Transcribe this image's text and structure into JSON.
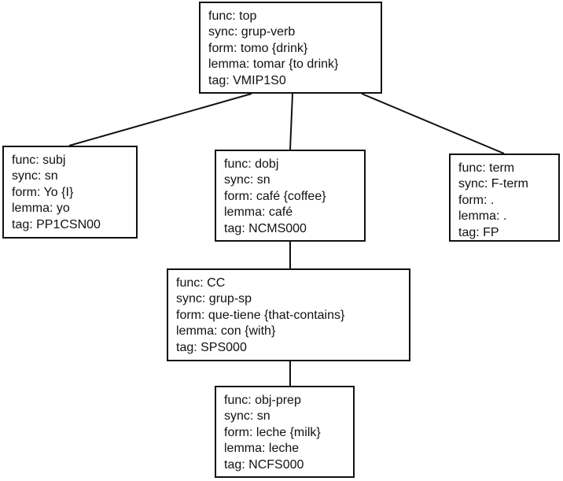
{
  "tree": {
    "nodes": [
      {
        "id": "top",
        "lines": [
          "func: top",
          "sync: grup-verb",
          "form: tomo {drink}",
          "lemma: tomar {to drink}",
          "tag: VMIP1S0"
        ]
      },
      {
        "id": "subj",
        "lines": [
          "func: subj",
          "sync: sn",
          "form: Yo {I}",
          "lemma: yo",
          "tag: PP1CSN00"
        ]
      },
      {
        "id": "dobj",
        "lines": [
          "func: dobj",
          "sync: sn",
          "form: café {coffee}",
          "lemma: café",
          "tag: NCMS000"
        ]
      },
      {
        "id": "term",
        "lines": [
          "func: term",
          "sync: F-term",
          "form: .",
          "lemma: .",
          "tag: FP"
        ]
      },
      {
        "id": "cc",
        "lines": [
          "func: CC",
          "sync: grup-sp",
          "form: que-tiene {that-contains}",
          "lemma: con {with}",
          "tag: SPS000"
        ]
      },
      {
        "id": "objprep",
        "lines": [
          "func: obj-prep",
          "sync: sn",
          "form: leche {milk}",
          "lemma: leche",
          "tag: NCFS000"
        ]
      }
    ],
    "edges": [
      {
        "from": "top",
        "to": "subj"
      },
      {
        "from": "top",
        "to": "dobj"
      },
      {
        "from": "top",
        "to": "term"
      },
      {
        "from": "dobj",
        "to": "cc"
      },
      {
        "from": "cc",
        "to": "objprep"
      }
    ]
  }
}
